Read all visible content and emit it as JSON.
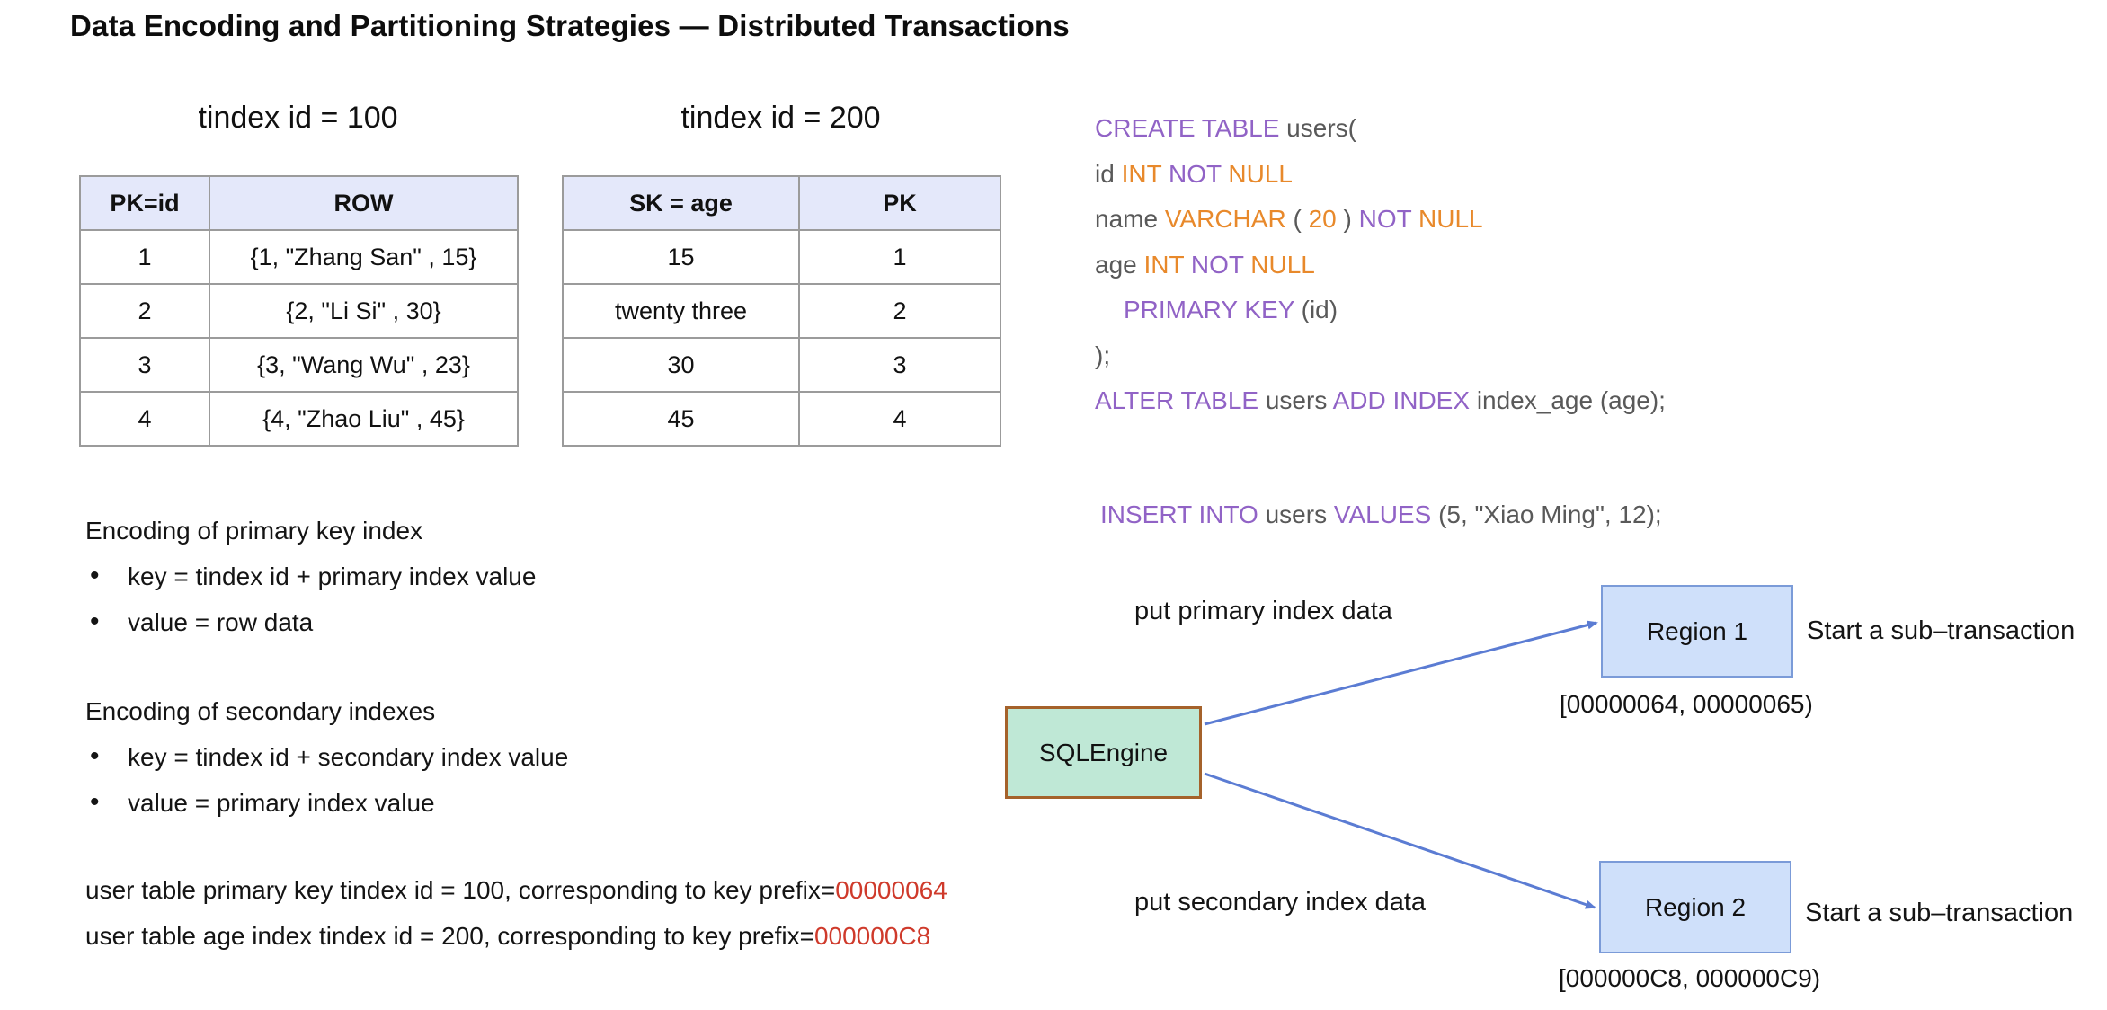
{
  "title": "Data Encoding and Partitioning Strategies — Distributed Transactions",
  "tables": [
    {
      "caption": "tindex id = 100",
      "headers": [
        "PK=id",
        "ROW"
      ],
      "rows": [
        [
          "1",
          "{1, \"Zhang San\" , 15}"
        ],
        [
          "2",
          "{2, \"Li Si\" , 30}"
        ],
        [
          "3",
          "{3, \"Wang Wu\" , 23}"
        ],
        [
          "4",
          "{4, \"Zhao Liu\" , 45}"
        ]
      ]
    },
    {
      "caption": "tindex id = 200",
      "headers": [
        "SK = age",
        "PK"
      ],
      "rows": [
        [
          "15",
          "1"
        ],
        [
          "twenty three",
          "2"
        ],
        [
          "30",
          "3"
        ],
        [
          "45",
          "4"
        ]
      ]
    }
  ],
  "sql": {
    "create_block": [
      {
        "indent": false,
        "tokens": [
          {
            "text": "CREATE TABLE",
            "color": "purple"
          },
          {
            "text": " users(",
            "color": "gray"
          }
        ]
      },
      {
        "indent": false,
        "tokens": [
          {
            "text": "id ",
            "color": "gray"
          },
          {
            "text": "INT ",
            "color": "orange"
          },
          {
            "text": "NOT ",
            "color": "purple"
          },
          {
            "text": "NULL",
            "color": "orange"
          }
        ]
      },
      {
        "indent": false,
        "tokens": [
          {
            "text": "name ",
            "color": "gray"
          },
          {
            "text": "VARCHAR ",
            "color": "orange"
          },
          {
            "text": "( ",
            "color": "gray"
          },
          {
            "text": "20",
            "color": "orange"
          },
          {
            "text": " ) ",
            "color": "gray"
          },
          {
            "text": "NOT ",
            "color": "purple"
          },
          {
            "text": "NULL",
            "color": "orange"
          }
        ]
      },
      {
        "indent": false,
        "tokens": [
          {
            "text": "age ",
            "color": "gray"
          },
          {
            "text": "INT ",
            "color": "orange"
          },
          {
            "text": "NOT ",
            "color": "purple"
          },
          {
            "text": "NULL",
            "color": "orange"
          }
        ]
      },
      {
        "indent": true,
        "tokens": [
          {
            "text": "PRIMARY KEY ",
            "color": "purple"
          },
          {
            "text": "(id)",
            "color": "gray"
          }
        ]
      },
      {
        "indent": false,
        "tokens": [
          {
            "text": ");",
            "color": "gray"
          }
        ]
      },
      {
        "indent": false,
        "tokens": [
          {
            "text": "ALTER TABLE ",
            "color": "purple"
          },
          {
            "text": "users ",
            "color": "gray"
          },
          {
            "text": "ADD INDEX ",
            "color": "purple"
          },
          {
            "text": "index_age (age);",
            "color": "gray"
          }
        ]
      }
    ],
    "insert_block": [
      {
        "indent": false,
        "tokens": [
          {
            "text": "INSERT INTO ",
            "color": "purple"
          },
          {
            "text": "users ",
            "color": "gray"
          },
          {
            "text": "VALUES ",
            "color": "purple"
          },
          {
            "text": "(5, \"Xiao Ming\", 12);",
            "color": "gray"
          }
        ]
      }
    ]
  },
  "encoding_sections": [
    {
      "heading": "Encoding of primary key index",
      "bullets": [
        "key = tindex id + primary index value",
        "value = row data"
      ]
    },
    {
      "heading": "Encoding of secondary indexes",
      "bullets": [
        "key = tindex id + secondary index value",
        "value = primary index value"
      ]
    }
  ],
  "notes": [
    {
      "text": "user table primary key tindex id = 100, corresponding to key prefix=",
      "highlight": "00000064"
    },
    {
      "text": "user table age index tindex id = 200, corresponding to key prefix=",
      "highlight": "000000C8"
    }
  ],
  "diagram": {
    "engine_label": "SQLEngine",
    "put_primary_label": "put primary index data",
    "put_secondary_label": "put secondary index data",
    "regions": [
      {
        "name": "Region 1",
        "action": "Start a sub–transaction",
        "range": "[00000064, 00000065)"
      },
      {
        "name": "Region 2",
        "action": "Start a sub–transaction",
        "range": "[000000C8, 000000C9)"
      }
    ]
  },
  "colors": {
    "sql_keyword_purple": "#9163c6",
    "sql_keyword_orange": "#e8892b",
    "sql_plain_gray": "#595959",
    "highlight_red": "#cf3a2b",
    "table_header_bg": "#e4e8fa",
    "table_border": "#9b9b9b",
    "region_fill": "#cfe0fa",
    "region_border": "#7b9bd8",
    "engine_fill": "#bfe8d6",
    "engine_border": "#a5622b",
    "arrow_blue": "#5b7cd3"
  }
}
